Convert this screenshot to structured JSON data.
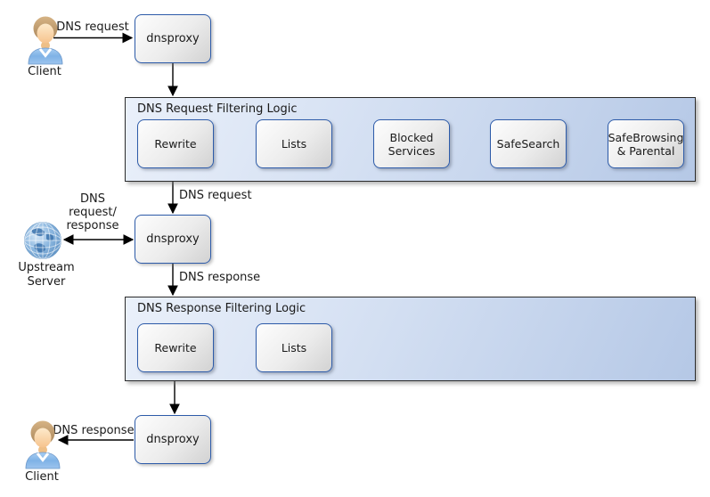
{
  "nodes": {
    "client_top": "Client",
    "dnsproxy_top": "dnsproxy",
    "dnsproxy_middle": "dnsproxy",
    "dnsproxy_bottom": "dnsproxy",
    "upstream_server": "Upstream\nServer",
    "client_bottom": "Client"
  },
  "containers": [
    {
      "title": "DNS Request Filtering Logic",
      "boxes": [
        "Rewrite",
        "Lists",
        "Blocked\nServices",
        "SafeSearch",
        "SafeBrowsing\n& Parental"
      ]
    },
    {
      "title": "DNS Response Filtering Logic",
      "boxes": [
        "Rewrite",
        "Lists"
      ]
    }
  ],
  "edge_labels": {
    "client_request": "DNS request",
    "filtered_request": "DNS request",
    "upstream_exchange": "DNS\nrequest/\nresponse",
    "proxy_response": "DNS response",
    "client_response": "DNS response"
  },
  "icons": {
    "client": "person-icon",
    "upstream_server": "globe-icon"
  },
  "colors": {
    "box_border": "#2d5ba9",
    "box_fill_top": "#fdfdfd",
    "box_fill_bottom": "#d2d2d2",
    "container_fill_left": "#eaf0fa",
    "container_fill_right": "#b5c8e6",
    "container_border": "#2b2b2b",
    "arrow": "#000000",
    "text": "#1a1a1a"
  }
}
